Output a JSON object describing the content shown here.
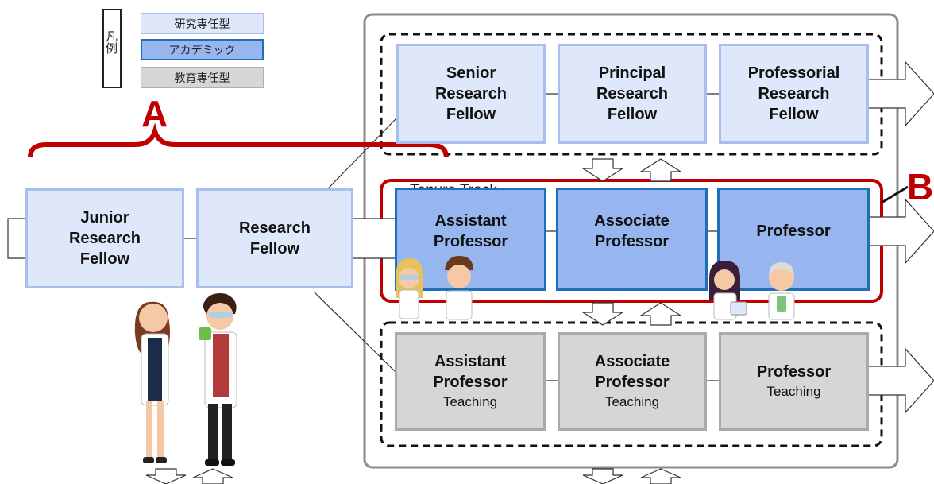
{
  "legend": {
    "title": "凡例",
    "items": [
      {
        "label": "研究専任型",
        "color": "#dfe8fb"
      },
      {
        "label": "アカデミック",
        "color": "#97b5ee"
      },
      {
        "label": "教育専任型",
        "color": "#d6d6d6"
      }
    ]
  },
  "callouts": {
    "a": "A",
    "b": "B"
  },
  "tenure_track_label": "Tenure Track",
  "entry": {
    "junior": [
      "Junior",
      "Research",
      "Fellow"
    ],
    "research_fellow": [
      "Research",
      "Fellow"
    ]
  },
  "research_track": [
    [
      "Senior",
      "Research",
      "Fellow"
    ],
    [
      "Principal",
      "Research",
      "Fellow"
    ],
    [
      "Professorial",
      "Research",
      "Fellow"
    ]
  ],
  "academic_track": [
    [
      "Assistant",
      "Professor"
    ],
    [
      "Associate",
      "Professor"
    ],
    [
      "Professor"
    ]
  ],
  "teaching_track": [
    {
      "title": [
        "Assistant",
        "Professor"
      ],
      "sub": "Teaching"
    },
    {
      "title": [
        "Associate",
        "Professor"
      ],
      "sub": "Teaching"
    },
    {
      "title": [
        "Professor"
      ],
      "sub": "Teaching"
    }
  ],
  "colors": {
    "research_fill": "#dfe8fb",
    "academic_fill": "#97b5ee",
    "teaching_fill": "#d6d6d6",
    "callout_red": "#c00000"
  }
}
